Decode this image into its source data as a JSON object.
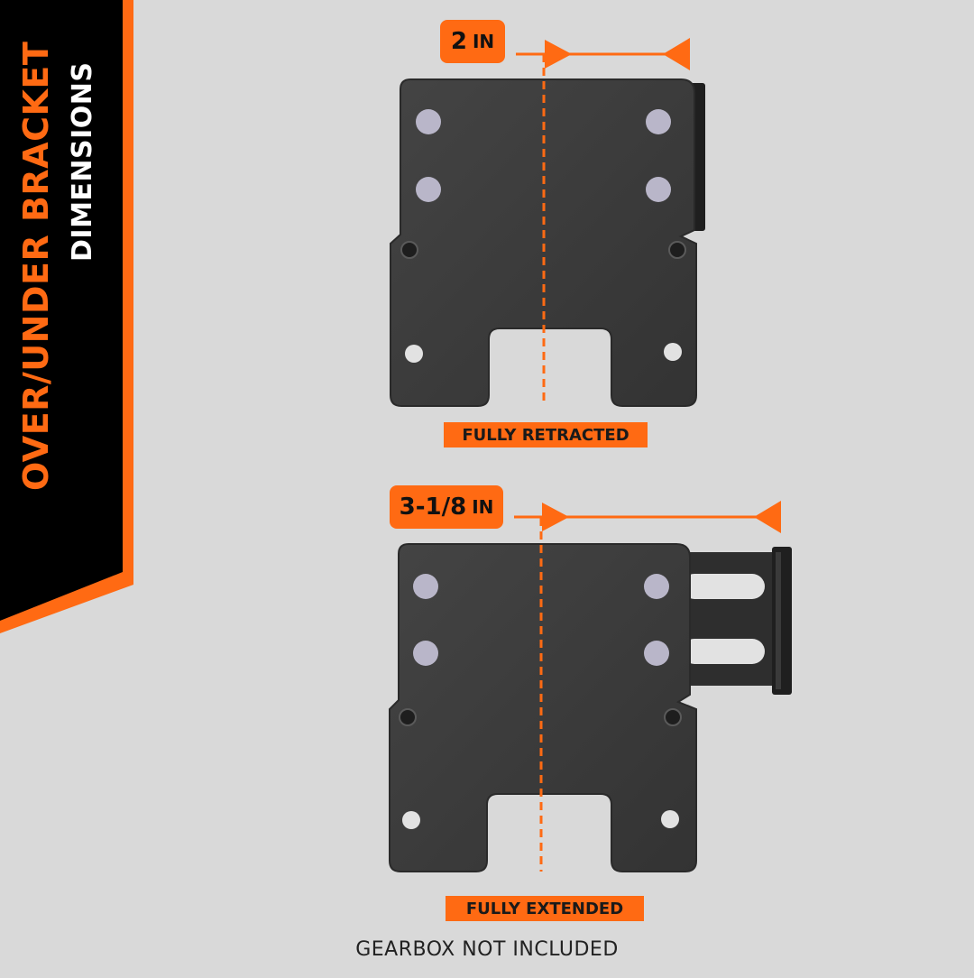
{
  "title": "OVER/UNDER BRACKET",
  "subtitle": "DIMENSIONS",
  "views": [
    {
      "caption": "FULLY RETRACTED",
      "dimension_value": "2",
      "dimension_unit": "IN"
    },
    {
      "caption": "FULLY EXTENDED",
      "dimension_value": "3-1/8",
      "dimension_unit": "IN"
    }
  ],
  "footer": "GEARBOX NOT INCLUDED",
  "colors": {
    "accent": "#ff6a13",
    "banner": "#000000",
    "background": "#d9d9d9",
    "plate": "#3b3b3b",
    "plate_edge": "#2a2a2a",
    "bolt": "#b9b6c9"
  }
}
